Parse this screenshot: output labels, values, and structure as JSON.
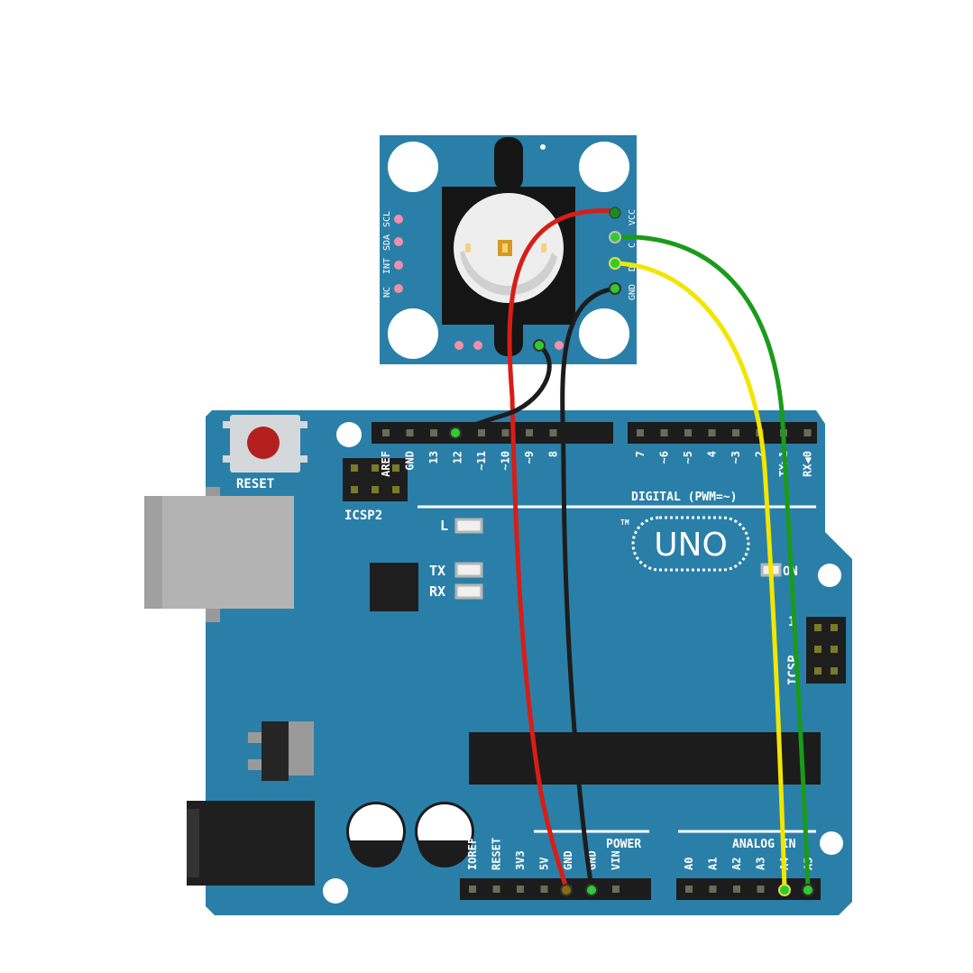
{
  "board": {
    "reset_label": "RESET",
    "icsp2_label": "ICSP2",
    "icsp_label": "ICSP",
    "logo": "UNO",
    "digital_label": "DIGITAL (PWM=~)",
    "power_label": "POWER",
    "analog_label": "ANALOG IN",
    "led_l": "L",
    "led_tx": "TX",
    "led_rx": "RX",
    "on_label": "ON",
    "pin_one": "1",
    "tm": "TM",
    "digital_pins_left": [
      "AREF",
      "GND",
      "13",
      "12",
      "~11",
      "~10",
      "~9",
      "8"
    ],
    "digital_pins_right": [
      "7",
      "~6",
      "~5",
      "4",
      "~3",
      "2",
      "TX▶1",
      "RX◀0"
    ],
    "power_pins": [
      "IOREF",
      "RESET",
      "3V3",
      "5V",
      "GND",
      "GND",
      "VIN"
    ],
    "analog_pins": [
      "A0",
      "A1",
      "A2",
      "A3",
      "A4",
      "A5"
    ]
  },
  "sensor": {
    "left_pins": [
      "SCL",
      "SDA",
      "INT",
      "NC"
    ],
    "right_pins": [
      "VCC",
      "C",
      "D",
      "GND"
    ]
  },
  "wires": [
    {
      "name": "red",
      "color": "#d81d17"
    },
    {
      "name": "black",
      "color": "#1c1c1c"
    },
    {
      "name": "green",
      "color": "#1a9b1a"
    },
    {
      "name": "yellow",
      "color": "#f2e600"
    }
  ]
}
